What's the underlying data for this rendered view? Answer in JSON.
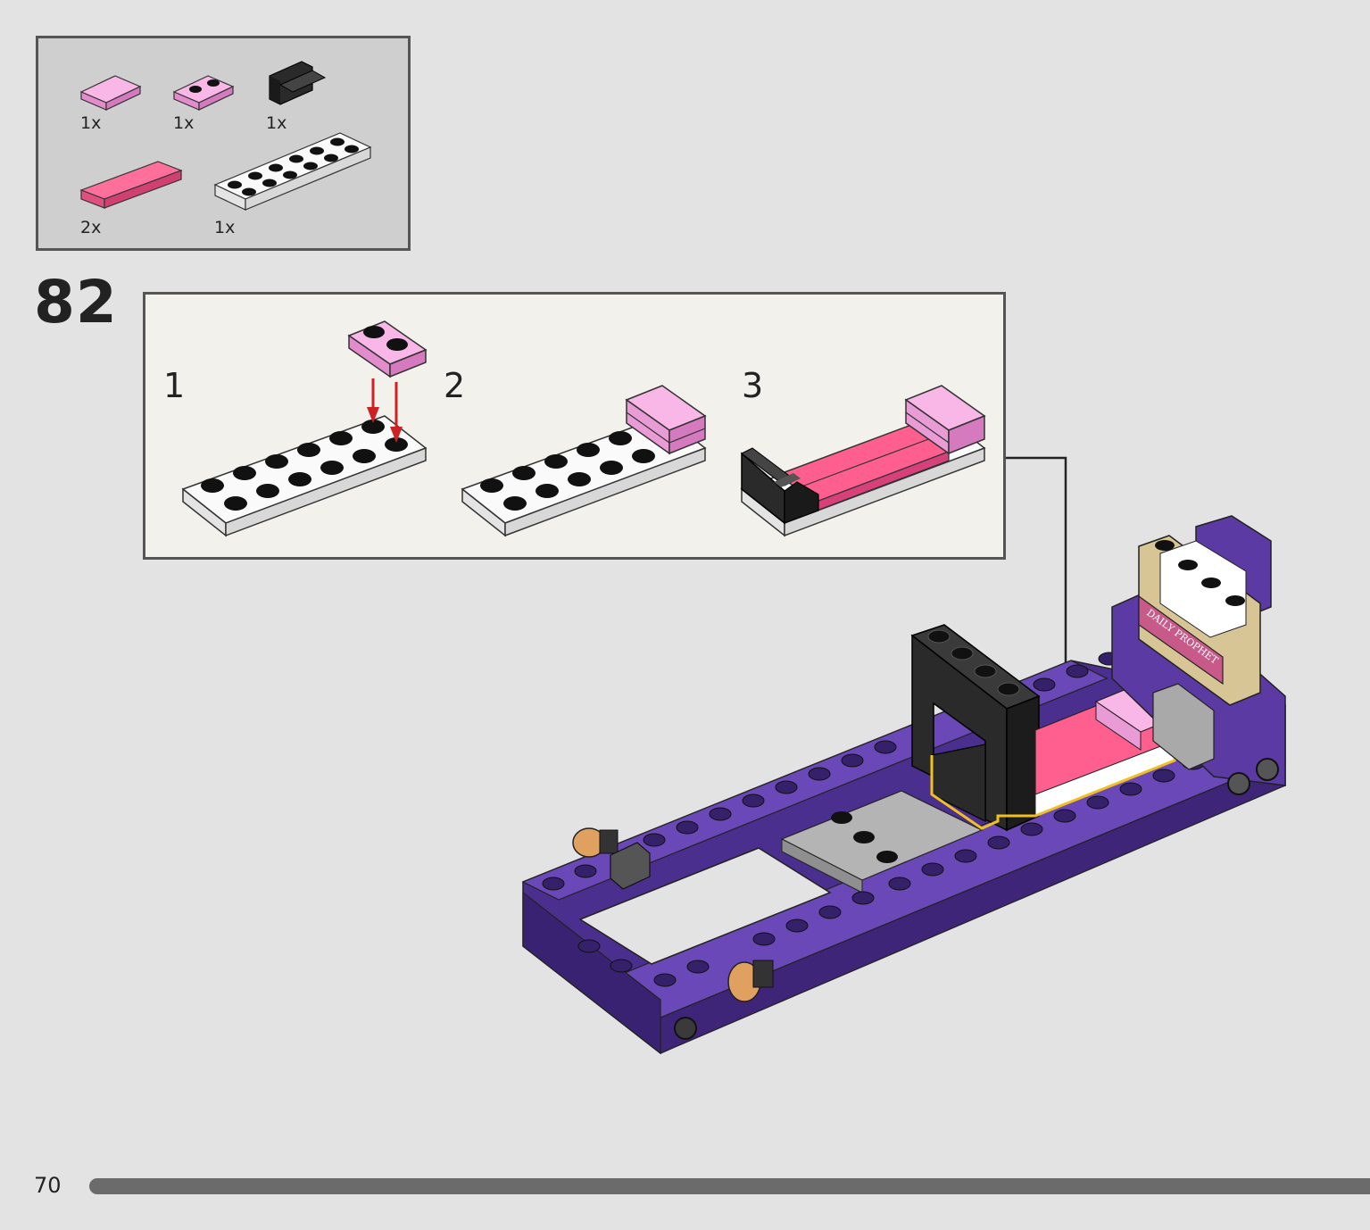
{
  "parts_list": {
    "quantities": [
      "1x",
      "1x",
      "1x",
      "2x",
      "1x"
    ],
    "parts": [
      "pink-tile-1x2",
      "pink-plate-1x2",
      "black-bracket",
      "dark-pink-tile-1x4",
      "white-plate-2x6"
    ]
  },
  "step": {
    "number": "82"
  },
  "substeps": [
    {
      "label": "1"
    },
    {
      "label": "2"
    },
    {
      "label": "3"
    }
  ],
  "model": {
    "sign_text": "DAILY PROPHET"
  },
  "footer": {
    "page_number": "70"
  },
  "colors": {
    "background": "#e3e3e3",
    "parts_box": "#cfcfcf",
    "callout_box": "#f2f1eb",
    "purple": "#5b3aa3",
    "pink": "#f39ad9",
    "dark_pink": "#ff5f8f",
    "arrow_red": "#cc2222"
  }
}
